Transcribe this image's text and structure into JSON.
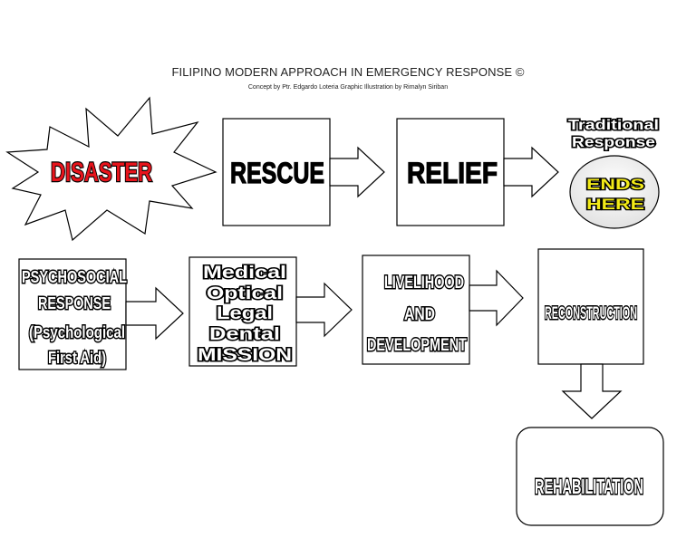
{
  "header": {
    "title": "FILIPINO MODERN APPROACH IN EMERGENCY RESPONSE ©",
    "subtitle": "Concept by Ptr. Edgardo Loteria Graphic Illustration by Rimalyn Siriban"
  },
  "nodes": {
    "disaster": "DISASTER",
    "rescue": "RESCUE",
    "relief": "RELIEF",
    "traditional": [
      "Traditional",
      "Response"
    ],
    "ends_here": [
      "ENDS",
      "HERE"
    ],
    "psychosocial": [
      "PSYCHOSOCIAL",
      "RESPONSE",
      "(Psychological",
      "First Aid)"
    ],
    "medical": [
      "Medical",
      "Optical",
      "Legal",
      "Dental",
      "MISSION"
    ],
    "livelihood": [
      "LIVELIHOOD",
      "AND",
      "DEVELOPMENT"
    ],
    "reconstruction": "RECONSTRUCTION",
    "rehabilitation": "REHABILITATION"
  },
  "colors": {
    "disaster_fill": "#e8141c",
    "ends_here_fill": "#f2ea18",
    "outline": "#000000"
  }
}
